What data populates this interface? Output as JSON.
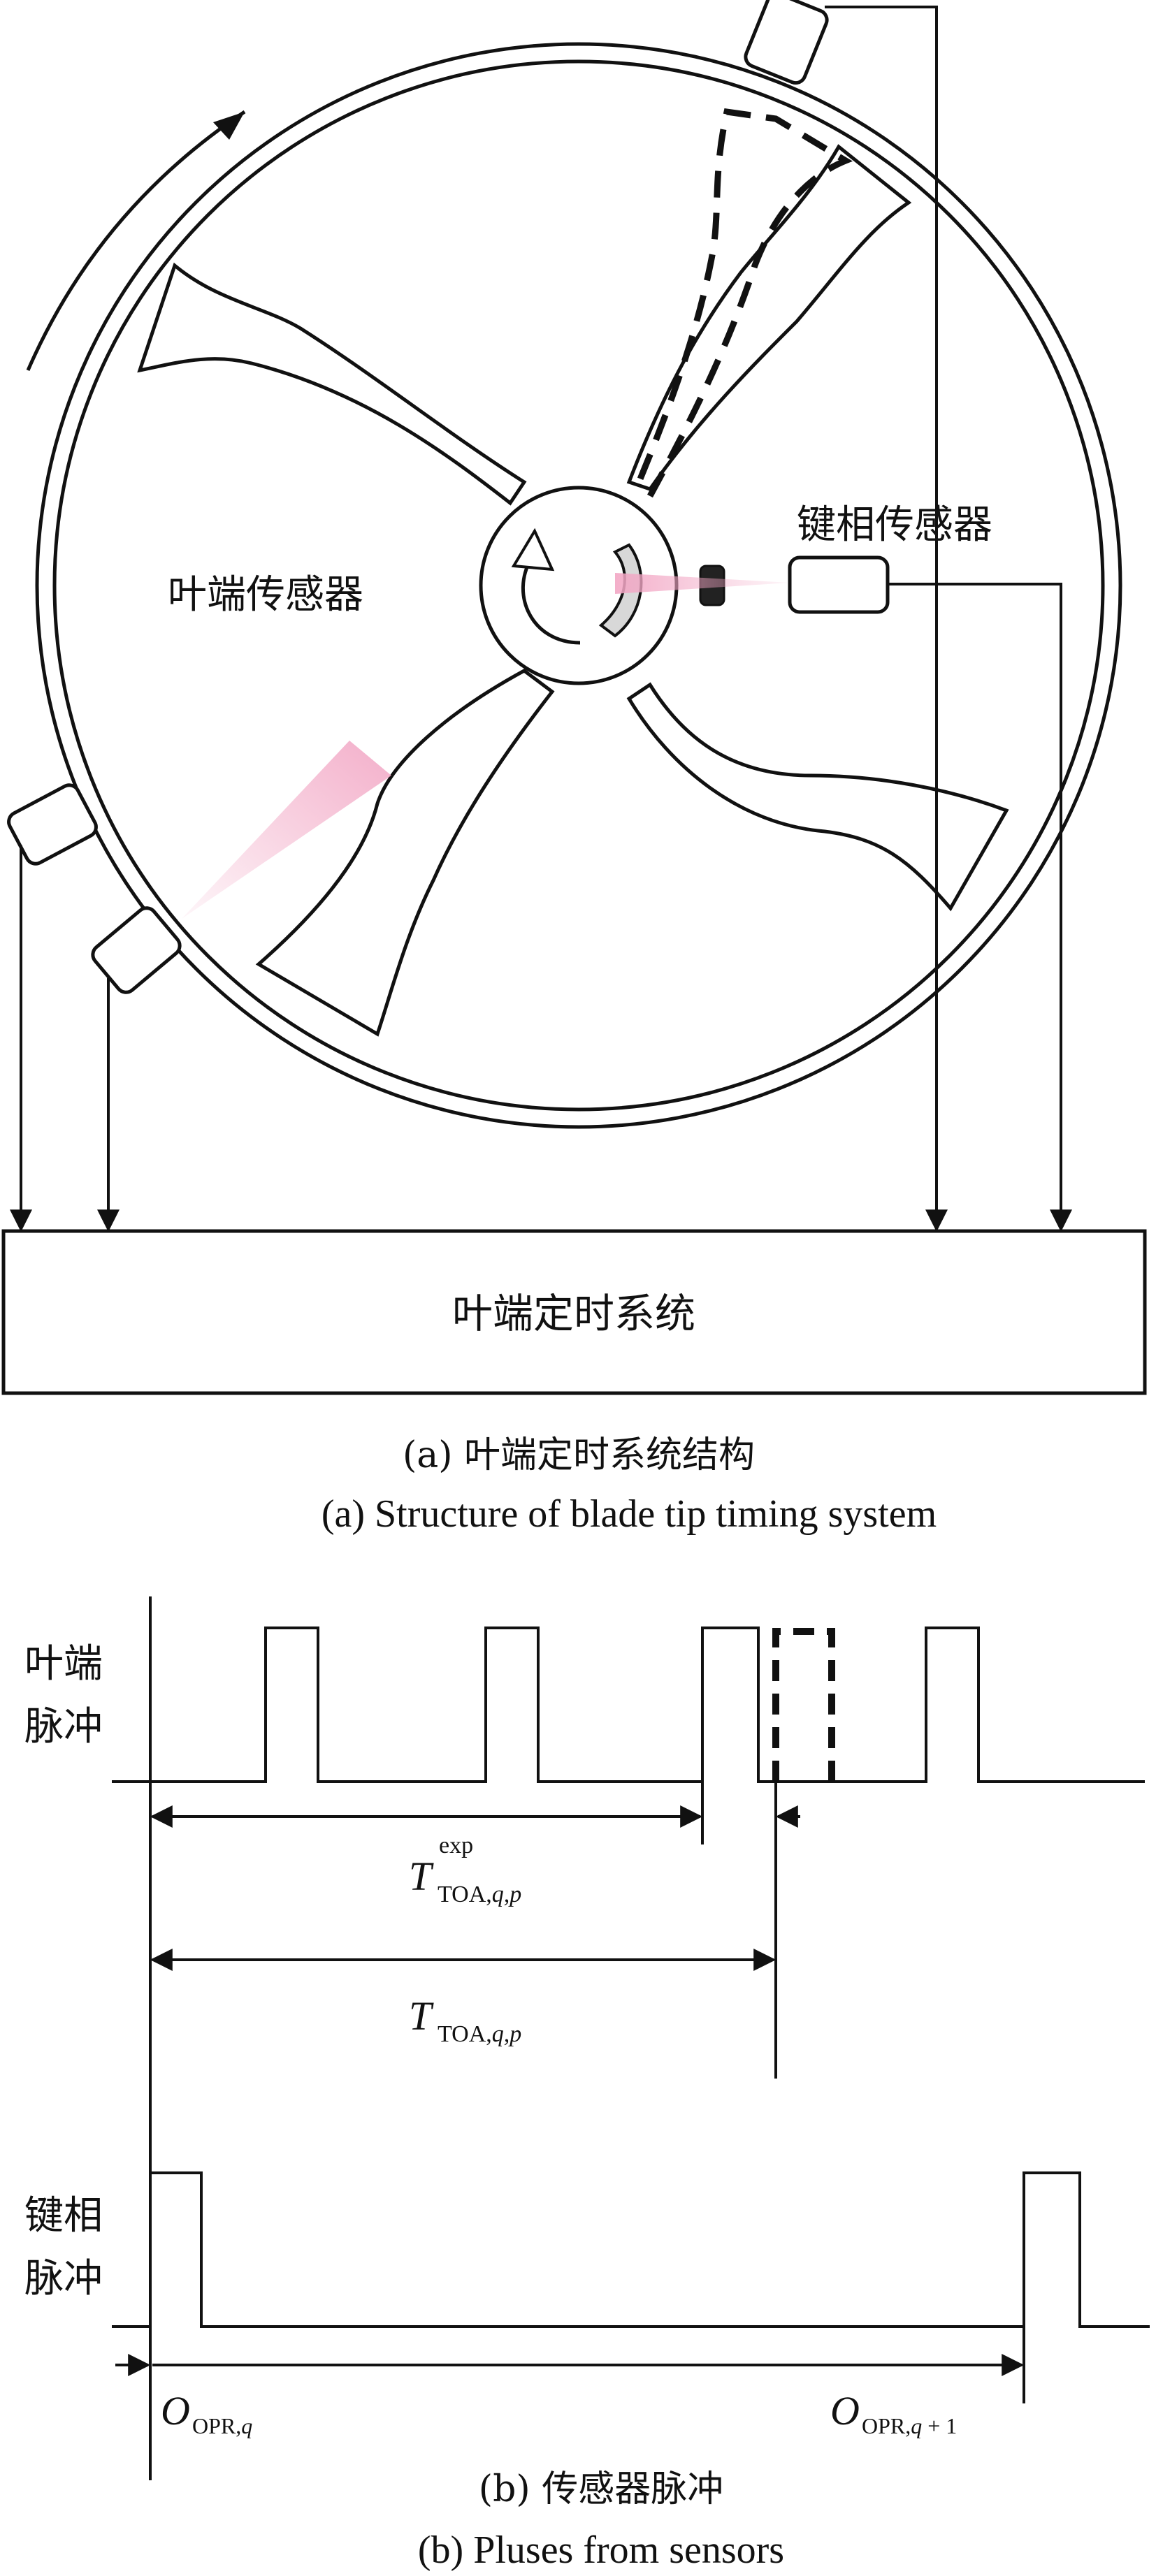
{
  "part_a": {
    "tip_sensor_label": "叶端传感器",
    "key_phase_sensor_label": "键相传感器",
    "system_box_label": "叶端定时系统",
    "caption_cn": "(a) 叶端定时系统结构",
    "caption_en": "(a)  Structure of blade tip timing system"
  },
  "part_b": {
    "tip_pulse_label_line1": "叶端",
    "tip_pulse_label_line2": "脉冲",
    "key_pulse_label_line1": "键相",
    "key_pulse_label_line2": "脉冲",
    "t_exp_main": "T",
    "t_exp_sup": "exp",
    "t_exp_sub": "TOA,",
    "t_exp_sub_vars": "q,p",
    "t_main": "T",
    "t_sub": "TOA,",
    "t_sub_vars": "q,p",
    "o1_main": "O",
    "o1_sub": "OPR,",
    "o1_sub_var": "q",
    "o2_main": "O",
    "o2_sub": "OPR,",
    "o2_sub_var": "q",
    "o2_sub_tail": " + 1",
    "caption_cn": "(b) 传感器脉冲",
    "caption_en": "(b)  Pluses from sensors"
  },
  "colors": {
    "line": "#111111",
    "beam": "#f2a6c4"
  }
}
